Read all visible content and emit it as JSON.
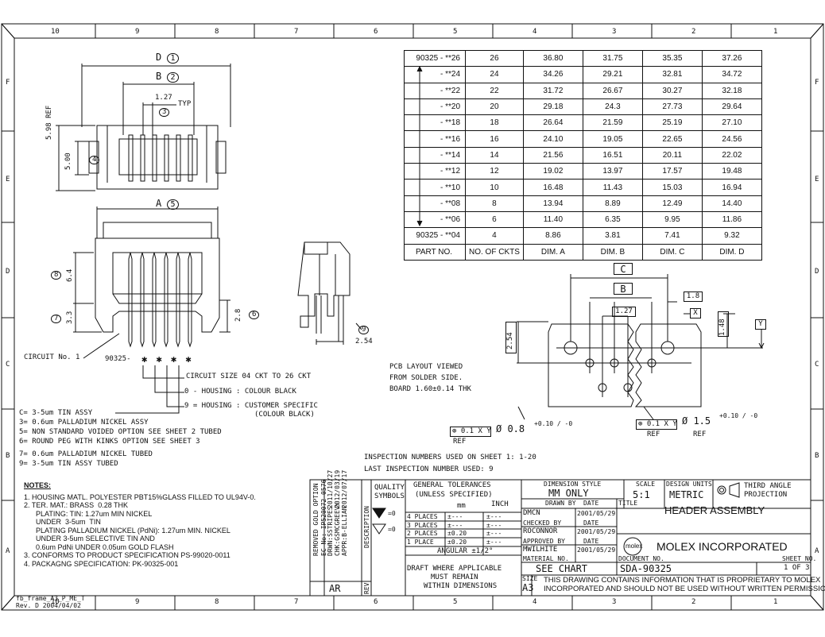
{
  "frame": {
    "cols": [
      "10",
      "9",
      "8",
      "7",
      "6",
      "5",
      "4",
      "3",
      "2",
      "1"
    ],
    "rows": [
      "F",
      "E",
      "D",
      "C",
      "B",
      "A"
    ],
    "frame_id": "fb_frame_A3_P_ME_T",
    "frame_rev": "Rev. D 2004/04/02"
  },
  "dims_table": {
    "rows": [
      {
        "part": "90325 - **26",
        "ckts": "26",
        "a": "36.80",
        "b": "31.75",
        "c": "35.35",
        "d": "37.26"
      },
      {
        "part": "- **24",
        "ckts": "24",
        "a": "34.26",
        "b": "29.21",
        "c": "32.81",
        "d": "34.72"
      },
      {
        "part": "- **22",
        "ckts": "22",
        "a": "31.72",
        "b": "26.67",
        "c": "30.27",
        "d": "32.18"
      },
      {
        "part": "- **20",
        "ckts": "20",
        "a": "29.18",
        "b": "24.3",
        "c": "27.73",
        "d": "29.64"
      },
      {
        "part": "- **18",
        "ckts": "18",
        "a": "26.64",
        "b": "21.59",
        "c": "25.19",
        "d": "27.10"
      },
      {
        "part": "- **16",
        "ckts": "16",
        "a": "24.10",
        "b": "19.05",
        "c": "22.65",
        "d": "24.56"
      },
      {
        "part": "- **14",
        "ckts": "14",
        "a": "21.56",
        "b": "16.51",
        "c": "20.11",
        "d": "22.02"
      },
      {
        "part": "- **12",
        "ckts": "12",
        "a": "19.02",
        "b": "13.97",
        "c": "17.57",
        "d": "19.48"
      },
      {
        "part": "- **10",
        "ckts": "10",
        "a": "16.48",
        "b": "11.43",
        "c": "15.03",
        "d": "16.94"
      },
      {
        "part": "- **08",
        "ckts": "8",
        "a": "13.94",
        "b": "8.89",
        "c": "12.49",
        "d": "14.40"
      },
      {
        "part": "- **06",
        "ckts": "6",
        "a": "11.40",
        "b": "6.35",
        "c": "9.95",
        "d": "11.86"
      },
      {
        "part": "90325 - **04",
        "ckts": "4",
        "a": "8.86",
        "b": "3.81",
        "c": "7.41",
        "d": "9.32"
      }
    ],
    "header": {
      "part": "PART NO.",
      "ckts": "NO. OF CKTS",
      "a": "DIM. A",
      "b": "DIM. B",
      "c": "DIM. C",
      "d": "DIM. D"
    }
  },
  "views": {
    "dim_d": "D",
    "d_num": "1",
    "dim_b": "B",
    "b_num": "2",
    "pitch": "1.27",
    "pitch_typ": "TYP",
    "pitch_num": "3",
    "dim_598": "5.98 REF",
    "dim_500": "5.00",
    "num4": "4",
    "dim_a": "A",
    "a_num": "5",
    "dim_64": "6.4",
    "num8": "8",
    "dim_33": "3.3",
    "num7": "7",
    "dim_28": "2.8",
    "num6": "6",
    "dim_254_side": "2.54",
    "num9": "9"
  },
  "part_code": {
    "circuit_label": "CIRCUIT No. 1",
    "prefix": "90325-",
    "stars": "✱ ✱ ✱ ✱",
    "circuit_size": "CIRCUIT SIZE 04 CKT TO 26 CKT",
    "opt0": "0 - HOUSING : COLOUR BLACK",
    "opt9a": "9 = HOUSING : CUSTOMER SPECIFIC",
    "opt9b": "(COLOUR BLACK)",
    "l1": "C= 3-5um TIN ASSY",
    "l2": "3=  0.6um PALLADIUM NICKEL ASSY",
    "l3": "5= NON STANDARD VOIDED OPTION SEE SHEET 2 TUBED",
    "l4": "6= ROUND PEG WITH KINKS OPTION SEE SHEET 3",
    "l5": "7=  0.6um PALLADIUM NICKEL TUBED",
    "l6": "9= 3-5um TIN ASSY TUBED"
  },
  "pcb": {
    "title1": "PCB LAYOUT VIEWED",
    "title2": "FROM SOLDER SIDE.",
    "title3": "BOARD  1.60±0.14 THK",
    "dim_c": "C",
    "dim_b": "B",
    "dim_127": "1.27",
    "dim_18": "1.8",
    "dim_148": "1.48",
    "dim_254": "2.54",
    "x": "X",
    "y": "Y",
    "tol1": "⊕ 0.1 X Y",
    "hole1": "Ø 0.8",
    "hole1_tol": "+0.10 / -0",
    "ref1": "REF",
    "tol2": "⊕ 0.1 X Y",
    "hole2": "Ø 1.5",
    "hole2_tol": "+0.10 / -0",
    "ref2": "REF"
  },
  "inspection": {
    "line1": "INSPECTION NUMBERS USED ON SHEET 1: 1-20",
    "line2": "LAST INSPECTION NUMBER USED: 9"
  },
  "notes": {
    "title": "NOTES:",
    "lines": [
      "1. HOUSING MATL. POLYESTER PBT15%GLASS FILLED TO UL94V-0.",
      "2. TER. MAT.: BRASS  0.28 THK",
      "      PLATING: TIN: 1.27um MIN NICKEL",
      "      UNDER  3-5um  TIN",
      "      PLATING PALLADIUM NICKEL (PdNi): 1.27um MIN. NICKEL",
      "      UNDER 3-5um SELECTIVE TIN AND",
      "      0.6um PdNi UNDER 0.05um GOLD FLASH",
      "3. CONFORMS TO PRODUCT SPECIFICATION PS-99020-0011",
      "4. PACKAGNG SPECIFICATION: PK-90325-001"
    ]
  },
  "revisions": {
    "desc": "REMOVED GOLD OPTION",
    "ec": "EC No: IP520072-0576",
    "drwn": "DRWN:SSTRIPES",
    "chkd": "CHK:GSMCGREEVY",
    "appr": "APPR:B-ELLIAN",
    "d1": "2011/10/27",
    "d2": "2012/03/19",
    "d3": "2012/07/17",
    "rev": "AR",
    "desc_label": "DESCRIPTION",
    "rev_label": "REV"
  },
  "title_block": {
    "quality": "QUALITY SYMBOLS",
    "gen_tol1": "GENERAL TOLERANCES",
    "gen_tol2": "(UNLESS SPECIFIED)",
    "mm": "mm",
    "inch": "INCH",
    "p4": "4 PLACES",
    "p3": "3 PLACES",
    "p2": "2 PLACES",
    "p1": "1 PLACE",
    "v4": "±---",
    "v3": "±---",
    "v2": "±0.20",
    "v1": "±0.20",
    "i4": "±---",
    "i3": "±---",
    "i2": "±---",
    "i1": "±---",
    "angular": "ANGULAR ±1/2°",
    "draft1": "DRAFT WHERE APPLICABLE",
    "draft2": "MUST REMAIN",
    "draft3": "WITHIN DIMENSIONS",
    "dim_style_l": "DIMENSION STYLE",
    "dim_style": "MM ONLY",
    "scale_l": "SCALE",
    "scale": "5:1",
    "units_l": "DESIGN UNITS",
    "units": "METRIC",
    "proj1": "THIRD ANGLE",
    "proj2": "PROJECTION",
    "drawn_l": "DRAWN BY",
    "drawn": "DMCN",
    "checked_l": "CHECKED BY",
    "checked": "ROCONNOR",
    "approved_l": "APPROVED BY",
    "approved": "MWILHITE",
    "date_l": "DATE",
    "date1": "2001/05/29",
    "date2": "2001/05/29",
    "date3": "2001/05/29",
    "title_l": "TITLE",
    "title": "HEADER ASSEMBLY",
    "logo": "molex",
    "company": "MOLEX INCORPORATED",
    "material_l": "MATERIAL NO.",
    "material": "SEE CHART",
    "doc_l": "DOCUMENT NO.",
    "doc": "SDA-90325",
    "sheet_l": "SHEET NO.",
    "sheet": "1 OF 3",
    "size_l": "SIZE",
    "size": "A3",
    "prop1": "THIS DRAWING CONTAINS INFORMATION THAT IS PROPRIETARY TO MOLEX",
    "prop2": "INCORPORATED AND SHOULD NOT BE USED WITHOUT WRITTEN PERMISSION"
  }
}
